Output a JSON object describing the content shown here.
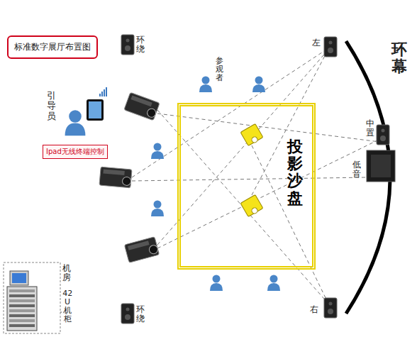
{
  "diagram": {
    "title": "标准数字展厅布置图",
    "nodes": [
      {
        "text": [
          "投影沙盘"
        ]
      },
      {
        "text": [
          "Ipad无线终端控制"
        ]
      }
    ],
    "labels": [
      "环绕",
      "环绕",
      "左",
      "中置",
      "低音",
      "右",
      "环幕",
      "参观者",
      "引导员",
      "机房",
      "42U机柜"
    ]
  }
}
